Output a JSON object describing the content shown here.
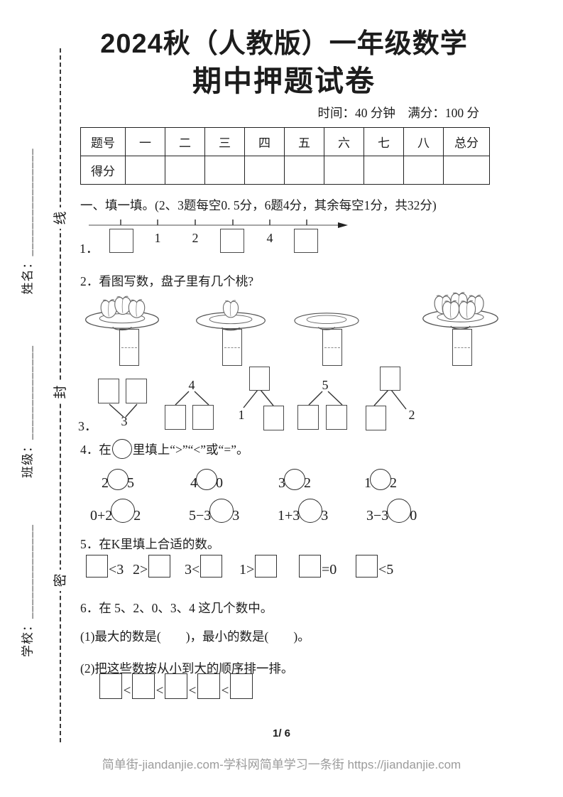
{
  "page": {
    "title_line1": "2024秋（人教版）一年级数学",
    "title_line2": "期中押题试卷",
    "meta": "时间：40 分钟　满分：100 分",
    "page_number": "1/ 6",
    "footer_text": "简单街-jiandanjie.com-学科网简单学习一条街 https://jiandanjie.com"
  },
  "sidebar": {
    "name_field": "姓名：________________",
    "class_field": "班级：______________",
    "school_field": "学校：______________",
    "seal_top": "线",
    "seal_mid": "封",
    "seal_bottom": "密"
  },
  "score_table": {
    "headers": [
      "题号",
      "一",
      "二",
      "三",
      "四",
      "五",
      "六",
      "七",
      "八",
      "总分"
    ],
    "row_label": "得分"
  },
  "section": {
    "heading": "一、填一填。(2、3题每空0. 5分，6题4分，其余每空1分，共32分)",
    "q1": {
      "num": "1．",
      "labels": [
        "1",
        "2",
        "4"
      ]
    },
    "q2": {
      "text": "2．看图写数，盘子里有几个桃?",
      "peach_counts": [
        3,
        1,
        0,
        5
      ]
    },
    "q3": {
      "num": "3．",
      "values": [
        "3",
        "4",
        "1",
        "5",
        "2"
      ]
    },
    "q4": {
      "pre": "4．在",
      "post": "里填上“>”“<”或“=”。",
      "row1": [
        {
          "l": "2",
          "r": "5"
        },
        {
          "l": "4",
          "r": "0"
        },
        {
          "l": "3",
          "r": "2"
        },
        {
          "l": "1",
          "r": "2"
        }
      ],
      "row2": [
        {
          "l": "0+2",
          "r": "2"
        },
        {
          "l": "5−3",
          "r": "3"
        },
        {
          "l": "1+3",
          "r": "3"
        },
        {
          "l": "3−3",
          "r": "0"
        }
      ]
    },
    "q5": {
      "text": "5．在K里填上合适的数。",
      "items": [
        {
          "pre": "",
          "post": "<3"
        },
        {
          "pre": "2>",
          "post": ""
        },
        {
          "pre": "3<",
          "post": ""
        },
        {
          "pre": "1>",
          "post": ""
        },
        {
          "pre": "",
          "post": "=0"
        },
        {
          "pre": "",
          "post": "<5"
        }
      ]
    },
    "q6": {
      "text": "6．在 5、2、0、3、4 这几个数中。",
      "sub1": "(1)最大的数是(　　)，最小的数是(　　)。",
      "sub2": "(2)把这些数按从小到大的顺序排一排。",
      "separator": "<"
    }
  }
}
